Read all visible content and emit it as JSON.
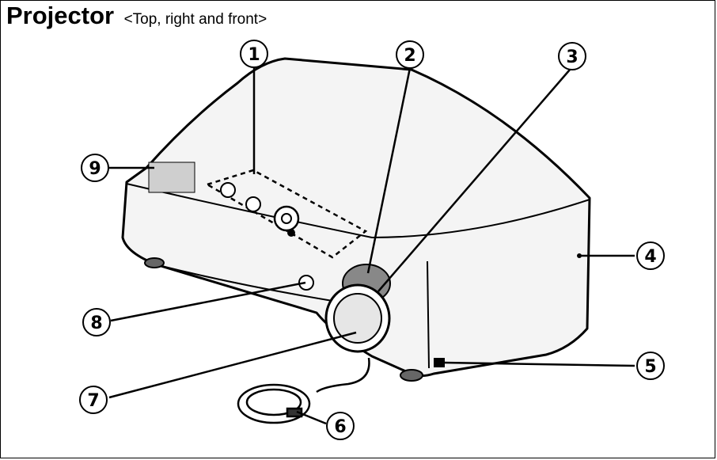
{
  "title": {
    "main": "Projector",
    "sub": "<Top, right and front>"
  },
  "callouts": [
    "1",
    "2",
    "3",
    "4",
    "5",
    "6",
    "7",
    "8",
    "9"
  ],
  "colors": {
    "stroke": "#000000",
    "background": "#ffffff",
    "body_shade": "#f4f4f4"
  }
}
